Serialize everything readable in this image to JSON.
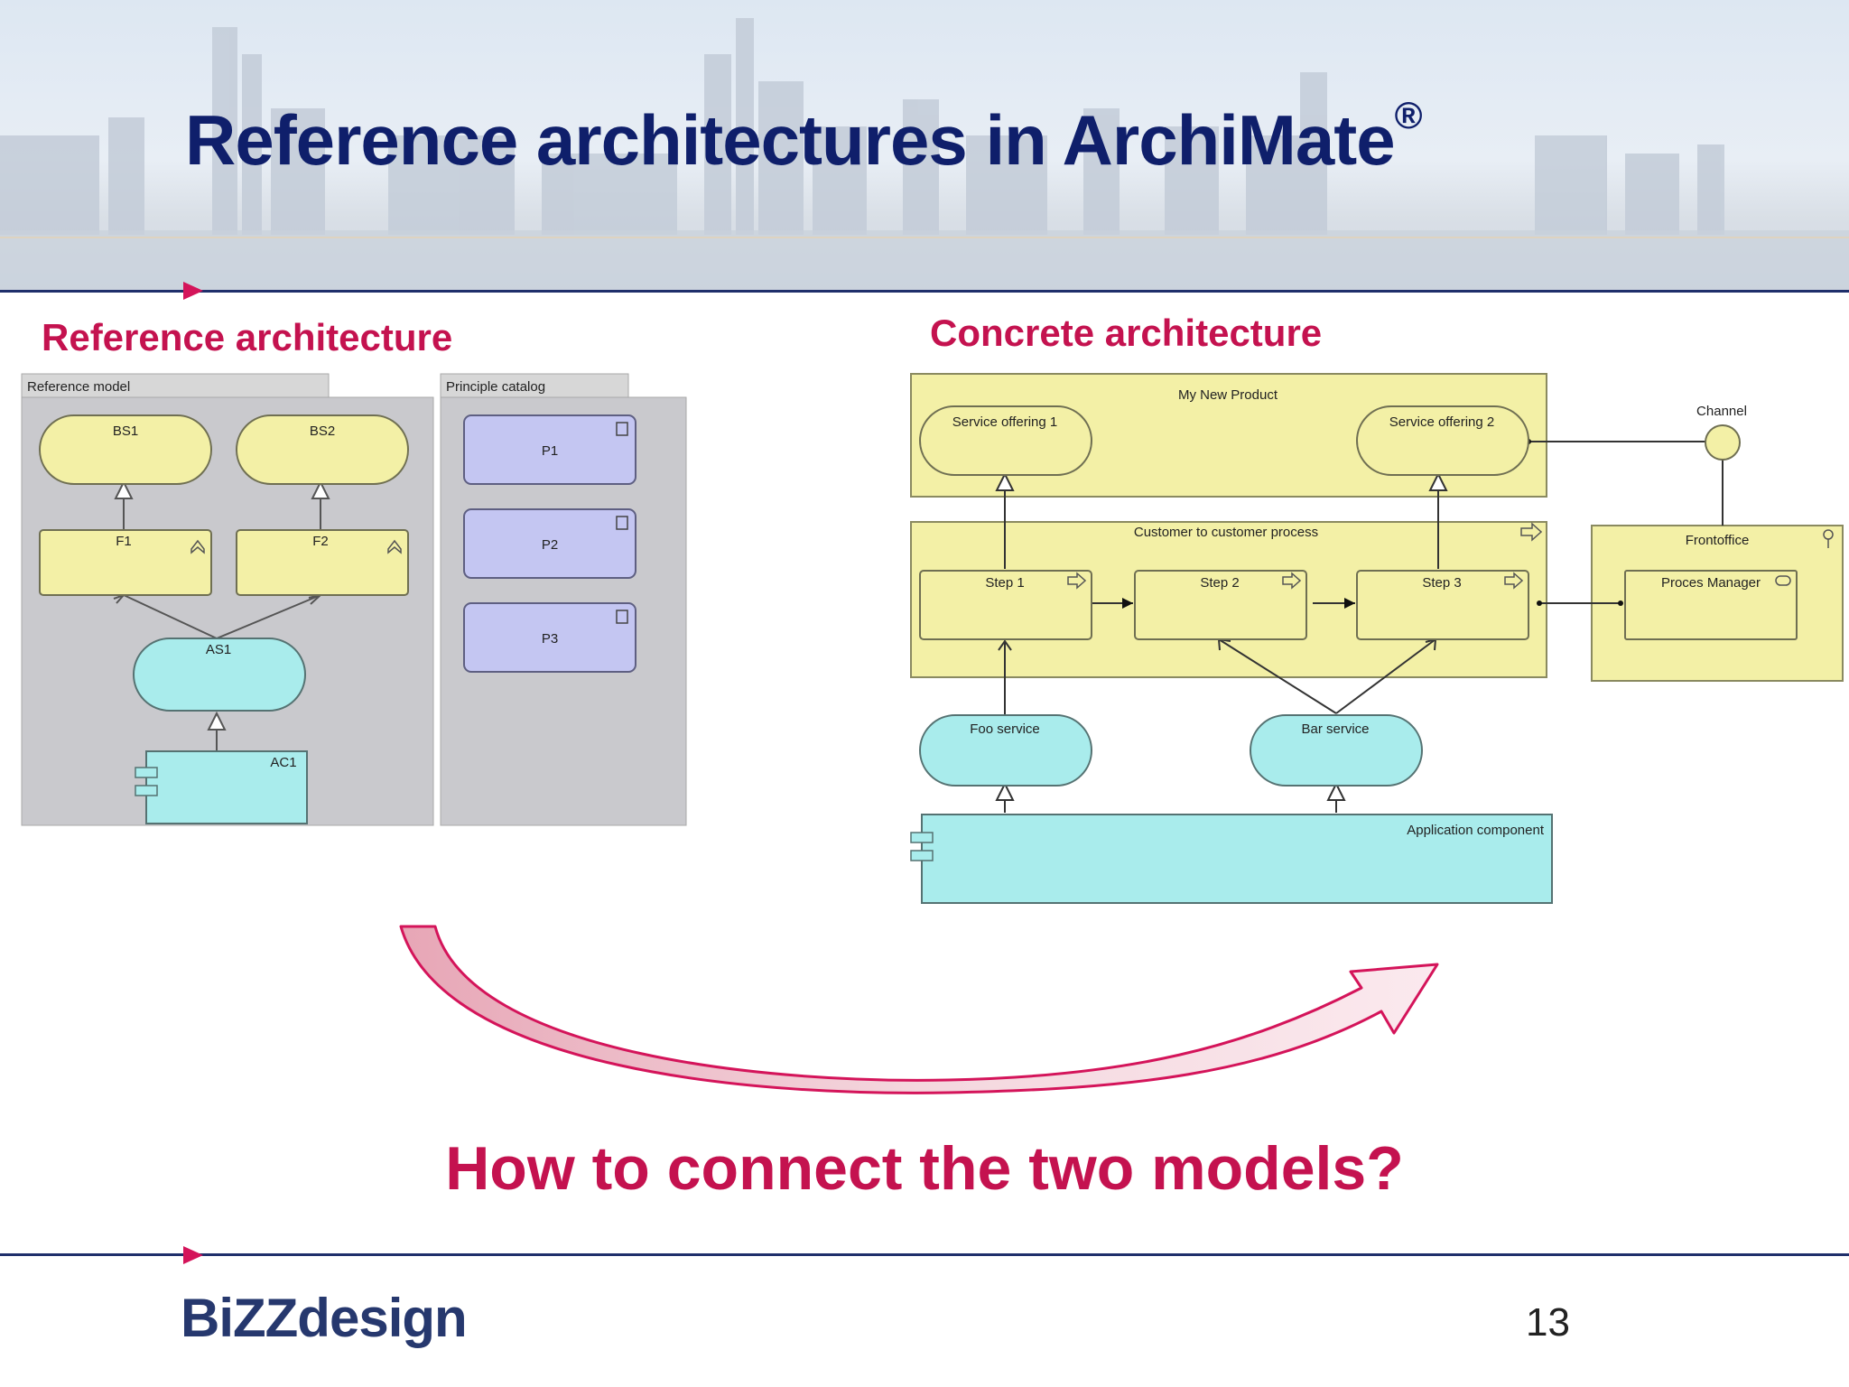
{
  "slide": {
    "title": "Reference architectures in ArchiMate",
    "title_mark": "®",
    "left_heading": "Reference architecture",
    "right_heading": "Concrete architecture",
    "question": "How to connect the two models?",
    "logo": "BiZZdesign",
    "page_number": "13"
  },
  "reference_model": {
    "tab": "Reference model",
    "business_services": [
      "BS1",
      "BS2"
    ],
    "functions": [
      "F1",
      "F2"
    ],
    "application_service": "AS1",
    "application_component": "AC1"
  },
  "principle_catalog": {
    "tab": "Principle catalog",
    "principles": [
      "P1",
      "P2",
      "P3"
    ]
  },
  "concrete_model": {
    "product": "My New Product",
    "service_offerings": [
      "Service offering 1",
      "Service offering 2"
    ],
    "channel": "Channel",
    "process": "Customer to customer process",
    "steps": [
      "Step 1",
      "Step 2",
      "Step 3"
    ],
    "frontoffice": "Frontoffice",
    "role": "Proces Manager",
    "app_services": [
      "Foo service",
      "Bar service"
    ],
    "app_component": "Application component"
  },
  "colors": {
    "title": "#0f1f6b",
    "accent": "#c4124f",
    "business_yellow": "#f3f0a6",
    "application_cyan": "#a9ecec",
    "principle_purple": "#c4c6f2"
  }
}
